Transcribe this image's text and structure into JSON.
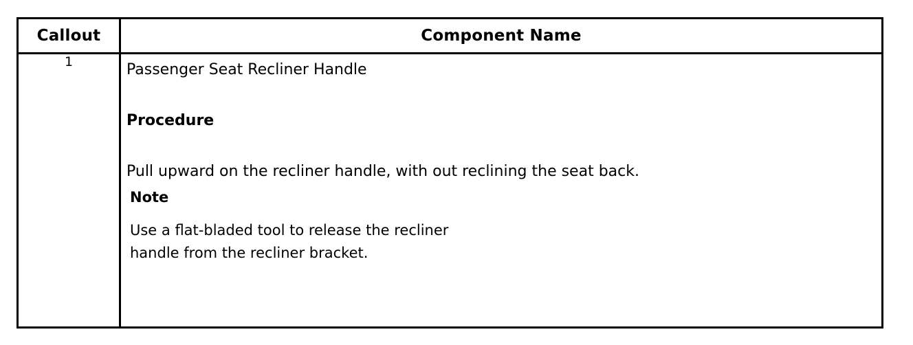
{
  "table": {
    "columns": [
      {
        "key": "callout",
        "header": "Callout"
      },
      {
        "key": "component_name",
        "header": "Component Name"
      }
    ],
    "rows": [
      {
        "callout": "1",
        "component": {
          "title": "Passenger Seat Recliner Handle",
          "procedure_heading": "Procedure",
          "procedure_text": "Pull upward on the recliner handle, with out reclining the seat back.",
          "note_heading": "Note",
          "note_text": "Use a flat-bladed tool to release the recliner\nhandle from the recliner bracket."
        }
      }
    ]
  },
  "style": {
    "border_color": "#000000",
    "text_color": "#000000",
    "background": "#ffffff"
  }
}
